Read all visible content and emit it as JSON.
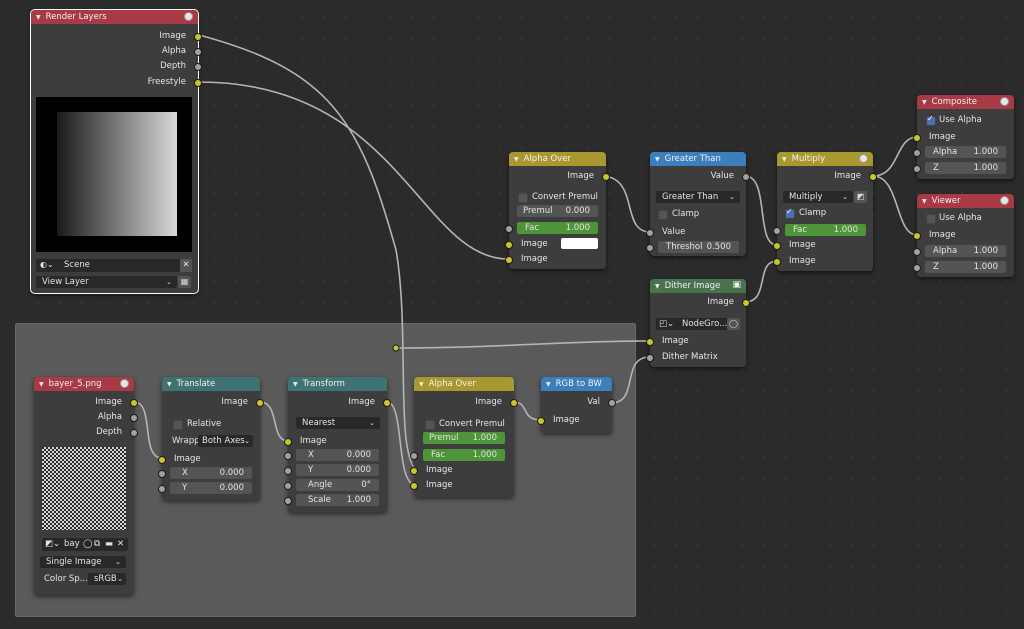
{
  "render_layers": {
    "title": "Render Layers",
    "outputs": [
      "Image",
      "Alpha",
      "Depth",
      "Freestyle"
    ],
    "scene_value": "Scene",
    "view_layer_value": "View Layer"
  },
  "alpha_over_top": {
    "title": "Alpha Over",
    "output": "Image",
    "convert_premul_label": "Convert Premul",
    "convert_premul_checked": false,
    "premul_label": "Premul",
    "premul_value": "0.000",
    "fac_label": "Fac",
    "fac_value": "1.000",
    "input_image_1": "Image",
    "input_image_2": "Image",
    "swatch_color": "#ffffff"
  },
  "greater_than": {
    "title": "Greater Than",
    "output": "Value",
    "operation": "Greater Than",
    "clamp_label": "Clamp",
    "clamp_checked": false,
    "input_value": "Value",
    "threshold_label": "Threshol",
    "threshold_value": "0.500"
  },
  "multiply": {
    "title": "Multiply",
    "output": "Image",
    "blend_mode": "Multiply",
    "clamp_label": "Clamp",
    "clamp_checked": true,
    "fac_label": "Fac",
    "fac_value": "1.000",
    "input_image_1": "Image",
    "input_image_2": "Image"
  },
  "composite": {
    "title": "Composite",
    "use_alpha_label": "Use Alpha",
    "use_alpha_checked": true,
    "input_image": "Image",
    "alpha_label": "Alpha",
    "alpha_value": "1.000",
    "z_label": "Z",
    "z_value": "1.000"
  },
  "viewer": {
    "title": "Viewer",
    "use_alpha_label": "Use Alpha",
    "use_alpha_checked": false,
    "input_image": "Image",
    "alpha_label": "Alpha",
    "alpha_value": "1.000",
    "z_label": "Z",
    "z_value": "1.000"
  },
  "dither_image": {
    "title": "Dither Image",
    "output": "Image",
    "group_value": "NodeGro...",
    "input_image": "Image",
    "input_dither": "Dither Matrix"
  },
  "bayer_image": {
    "title": "bayer_5.png",
    "outputs": [
      "Image",
      "Alpha",
      "Depth"
    ],
    "image_name": "bay",
    "source": "Single Image",
    "color_space_label": "Color Sp...",
    "color_space_value": "sRGB"
  },
  "translate": {
    "title": "Translate",
    "output": "Image",
    "relative_label": "Relative",
    "relative_checked": false,
    "wrap_label": "Wrappi",
    "wrap_value": "Both Axes",
    "input_image": "Image",
    "x_label": "X",
    "x_value": "0.000",
    "y_label": "Y",
    "y_value": "0.000"
  },
  "transform": {
    "title": "Transform",
    "output": "Image",
    "filter": "Nearest",
    "input_image": "Image",
    "x_label": "X",
    "x_value": "0.000",
    "y_label": "Y",
    "y_value": "0.000",
    "angle_label": "Angle",
    "angle_value": "0°",
    "scale_label": "Scale",
    "scale_value": "1.000"
  },
  "alpha_over_group": {
    "title": "Alpha Over",
    "output": "Image",
    "convert_premul_label": "Convert Premul",
    "convert_premul_checked": false,
    "premul_label": "Premul",
    "premul_value": "1.000",
    "fac_label": "Fac",
    "fac_value": "1.000",
    "input_image_1": "Image",
    "input_image_2": "Image"
  },
  "rgb_to_bw": {
    "title": "RGB to BW",
    "output": "Val",
    "input_image": "Image"
  },
  "colors": {
    "socket_image": "#c7c729",
    "socket_value": "#a1a1a1",
    "header_output": "#a73a44",
    "header_color": "#a8982f",
    "header_converter": "#3b7fbd",
    "header_distort": "#3f7272",
    "header_group": "#49734f",
    "field_active": "#4e9438",
    "checkbox_on": "#4772b3"
  }
}
